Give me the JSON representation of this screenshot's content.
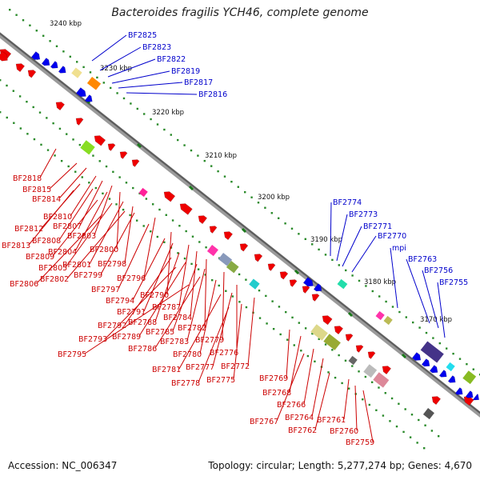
{
  "title": "Bacteroides fragilis YCH46, complete genome",
  "footer": {
    "accession": "Accession: NC_006347",
    "stats": "Topology: circular; Length: 5,277,274 bp; Genes: 4,670"
  },
  "colors": {
    "backbone": "#808080",
    "forward_label": "#0000cc",
    "reverse_label": "#cc0000",
    "tick": "#1a7a1a",
    "gene_red": "#ee0000",
    "gene_blue": "#0000ee"
  },
  "kbp_ticks": [
    {
      "label": "3240 kbp"
    },
    {
      "label": "3230 kbp"
    },
    {
      "label": "3220 kbp"
    },
    {
      "label": "3210 kbp"
    },
    {
      "label": "3200 kbp"
    },
    {
      "label": "3190 kbp"
    },
    {
      "label": "3180 kbp"
    },
    {
      "label": "3170 kbp"
    }
  ],
  "forward_labels": [
    "BF2825",
    "BF2823",
    "BF2822",
    "BF2819",
    "BF2817",
    "BF2816",
    "BF2774",
    "BF2773",
    "BF2771",
    "BF2770",
    "mpi",
    "BF2763",
    "BF2756",
    "BF2755"
  ],
  "reverse_labels": [
    "BF2818",
    "BF2815",
    "BF2814",
    "BF2810",
    "BF2812",
    "BF2807",
    "BF2808",
    "BF2813",
    "BF2803",
    "BF2804",
    "BF2809",
    "BF2800",
    "BF2805",
    "BF2801",
    "BF2798",
    "BF2802",
    "BF2799",
    "BF2806",
    "BF2796",
    "BF2797",
    "BF2790",
    "BF2794",
    "BF2791",
    "BF2787",
    "BF2784",
    "BF2788",
    "BF2792",
    "BF2782",
    "BF2789",
    "BF2785",
    "BF2793",
    "BF2783",
    "BF2779",
    "BF2786",
    "BF2780",
    "BF2776",
    "BF2795",
    "BF2777",
    "BF2781",
    "BF2772",
    "BF2775",
    "BF2778",
    "BF2769",
    "BF2768",
    "BF2766",
    "BF2764",
    "BF2767",
    "BF2761",
    "BF2762",
    "BF2760",
    "BF2759"
  ]
}
